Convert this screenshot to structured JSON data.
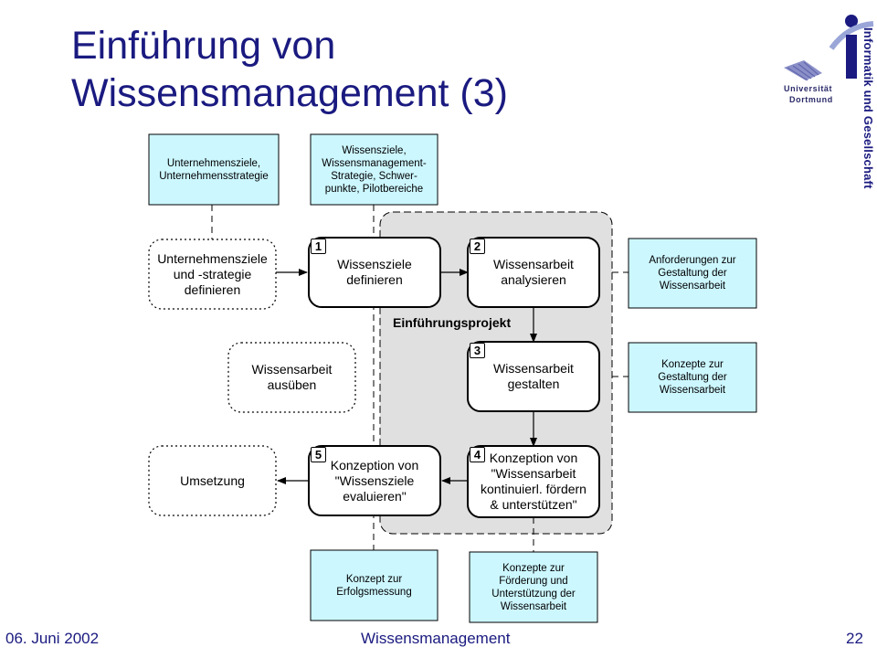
{
  "title": {
    "line1": "Einführung von",
    "line2": "Wissensmanagement (3)"
  },
  "logo": {
    "university_line1": "Universität",
    "university_line2": "Dortmund",
    "institute": "Informatik und Gesellschaft"
  },
  "diagram": {
    "project_label": "Einführungsprojekt",
    "top_boxes": {
      "company_goals": "Unternehmensziele,\nUnternehmensstrategie",
      "km_goals": "Wissensziele,\nWissensmanagement-\nStrategie, Schwer-\npunkte, Pilotbereiche"
    },
    "dotted_boxes": {
      "define_strategy": "Unternehmensziele\nund -strategie\ndefinieren",
      "do_knowledge_work": "Wissensarbeit\nausüben",
      "implementation": "Umsetzung"
    },
    "steps": [
      {
        "number": "1",
        "label": "Wissensziele\ndefinieren"
      },
      {
        "number": "2",
        "label": "Wissensarbeit\nanalysieren"
      },
      {
        "number": "3",
        "label": "Wissensarbeit\ngestalten"
      },
      {
        "number": "4",
        "label": "Konzeption von\n\"Wissensarbeit\nkontinuierl. fördern\n& unterstützen\""
      },
      {
        "number": "5",
        "label": "Konzeption von\n\"Wissensziele\nevaluieren\""
      }
    ],
    "right_boxes": {
      "requirements": "Anforderungen zur\nGestaltung der\nWissensarbeit",
      "design_concepts": "Konzepte zur\nGestaltung der\nWissensarbeit"
    },
    "bottom_boxes": {
      "measurement": "Konzept zur\nErfolgsmessung",
      "support_concepts": "Konzepte zur\nFörderung und\nUnterstützung der\nWissensarbeit"
    }
  },
  "footer": {
    "date": "06. Juni 2002",
    "topic": "Wissensmanagement",
    "page": "22"
  },
  "colors": {
    "title": "#1a1a80",
    "doc_box_fill": "#ccf7ff",
    "project_area_fill": "#e0e0e0"
  }
}
